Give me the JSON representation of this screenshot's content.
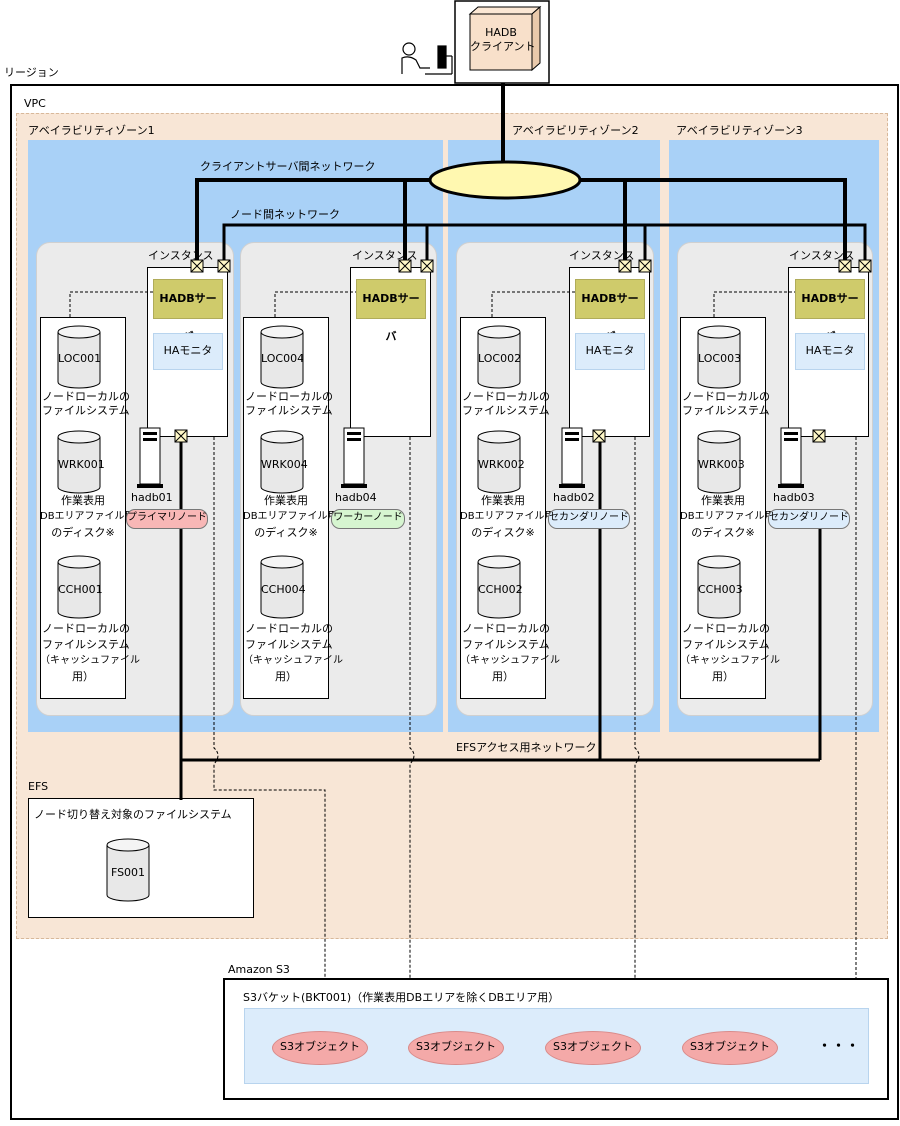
{
  "client": {
    "line1": "HADB",
    "line2": "クライアント"
  },
  "region_label": "リージョン",
  "vpc_label": "VPC",
  "az": [
    {
      "label": "アベイラビリティゾーン1"
    },
    {
      "label": "アベイラビリティゾーン2"
    },
    {
      "label": "アベイラビリティゾーン3"
    }
  ],
  "networks": {
    "client_server": "クライアントサーバ間ネットワーク",
    "node": "ノード間ネットワーク",
    "efs_access": "EFSアクセス用ネットワーク"
  },
  "instance_label": "インスタンス",
  "hadb_server_label": "HADBサーバ",
  "ha_monitor_label": "HAモニタ",
  "nodes": [
    {
      "host": "hadb01",
      "role": "プライマリノード",
      "role_color": "#f8b7b6",
      "loc": "LOC001",
      "wrk": "WRK001",
      "cch": "CCH001",
      "has_ha_monitor": true
    },
    {
      "host": "hadb04",
      "role": "ワーカーノード",
      "role_color": "#d6f5d0",
      "loc": "LOC004",
      "wrk": "WRK004",
      "cch": "CCH004",
      "has_ha_monitor": false
    },
    {
      "host": "hadb02",
      "role": "セカンダリノード",
      "role_color": "#dcecfb",
      "loc": "LOC002",
      "wrk": "WRK002",
      "cch": "CCH002",
      "has_ha_monitor": true
    },
    {
      "host": "hadb03",
      "role": "セカンダリノード",
      "role_color": "#dcecfb",
      "loc": "LOC003",
      "wrk": "WRK003",
      "cch": "CCH003",
      "has_ha_monitor": true
    }
  ],
  "disk_text": {
    "loc_1": "ノードローカルの",
    "loc_2": "ファイルシステム",
    "wrk_1": "作業表用",
    "wrk_2": "DBエリアファイル用",
    "wrk_3": "のディスク※",
    "cch_1": "ノードローカルの",
    "cch_2": "ファイルシステム",
    "cch_3": "（キャッシュファイル",
    "cch_4": "用）"
  },
  "efs": {
    "label": "EFS",
    "box_title": "ノード切り替え対象のファイルシステム",
    "disk": "FS001"
  },
  "s3": {
    "label": "Amazon S3",
    "bucket": "S3バケット(BKT001)（作業表用DBエリアを除くDBエリア用）",
    "objects": [
      "S3オブジェクト",
      "S3オブジェクト",
      "S3オブジェクト",
      "S3オブジェクト"
    ],
    "more": "・・・"
  }
}
